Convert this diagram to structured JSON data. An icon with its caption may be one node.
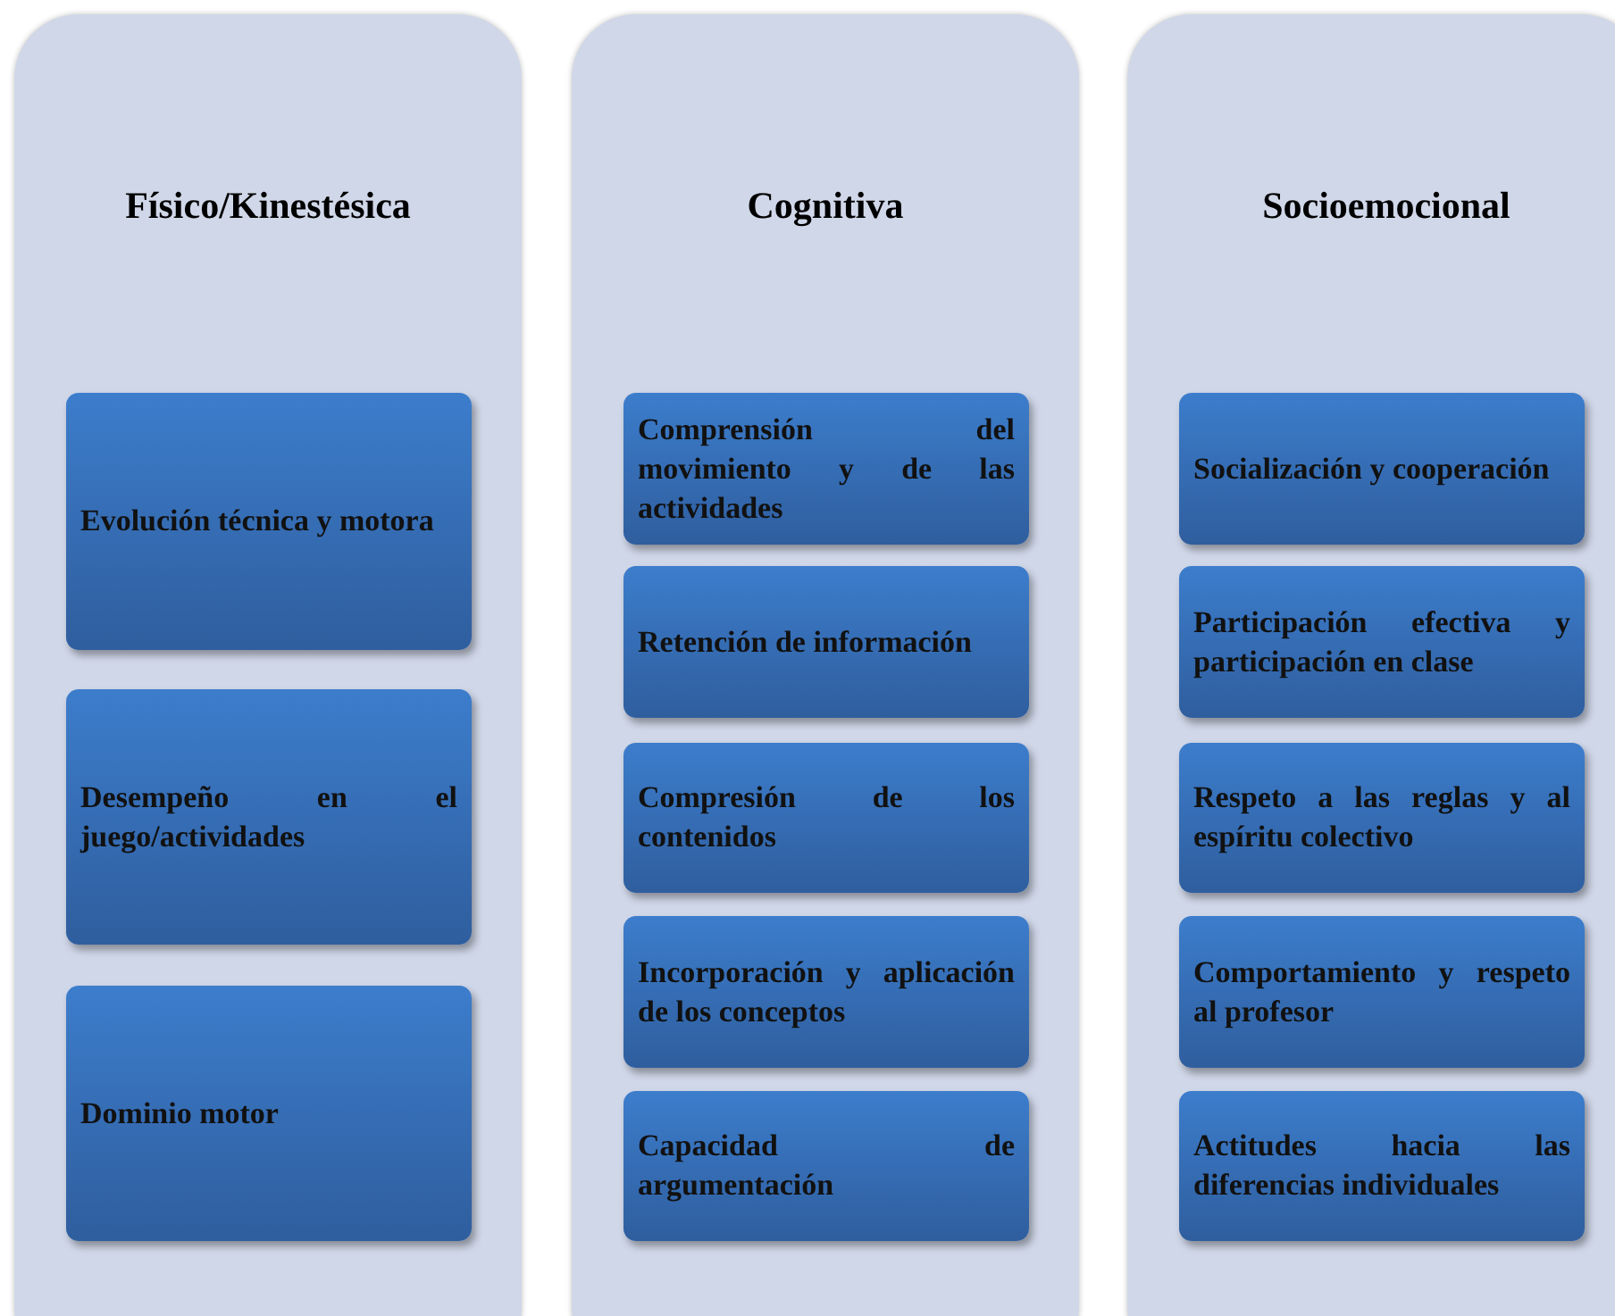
{
  "diagram": {
    "nodes": [
      {
        "text": [
          "Físico/Kinestésica"
        ]
      },
      {
        "text": [
          "Evolución técnica y motora"
        ],
        "in": 0
      },
      {
        "text": [
          "Desempeño en el juego/actividades"
        ],
        "in": 0
      },
      {
        "text": [
          "Dominio motor"
        ],
        "in": 0
      },
      {
        "text": [
          "Cognitiva"
        ]
      },
      {
        "text": [
          "Comprensión del movimiento y de las actividades"
        ],
        "in": 4
      },
      {
        "text": [
          "Retención de información"
        ],
        "in": 4
      },
      {
        "text": [
          "Compresión de los contenidos"
        ],
        "in": 4
      },
      {
        "text": [
          "Incorporación y aplicación de los conceptos"
        ],
        "in": 4
      },
      {
        "text": [
          "Capacidad de argumentación"
        ],
        "in": 4
      },
      {
        "text": [
          "Socioemocional"
        ]
      },
      {
        "text": [
          "Socialización y cooperación"
        ],
        "in": 10
      },
      {
        "text": [
          "Participación efectiva y participación en clase"
        ],
        "in": 10
      },
      {
        "text": [
          "Respeto a las reglas y al espíritu colectivo"
        ],
        "in": 10
      },
      {
        "text": [
          "Comportamiento y respeto al profesor"
        ],
        "in": 10
      },
      {
        "text": [
          "Actitudes hacia las diferencias individuales"
        ],
        "in": 10
      }
    ]
  }
}
